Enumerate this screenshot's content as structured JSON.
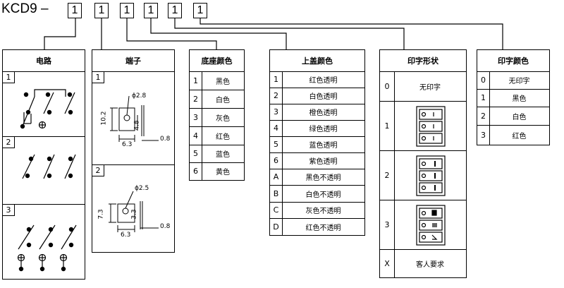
{
  "code": {
    "prefix": "KCD9 –",
    "digits": [
      "1",
      "1",
      "1",
      "1",
      "1",
      "1"
    ]
  },
  "circuit": {
    "title": "电路",
    "items": [
      "1",
      "2",
      "3"
    ]
  },
  "terminal": {
    "title": "端子",
    "items": [
      {
        "index": "1",
        "dims": {
          "d": "ϕ2.8",
          "h": "10.2",
          "v": "4.8",
          "w": "6.3",
          "t": "0.8"
        }
      },
      {
        "index": "2",
        "dims": {
          "d": "ϕ2.5",
          "h": "7.3",
          "v": "3.3",
          "w": "6.3",
          "t": "0.8"
        }
      }
    ]
  },
  "base_color": {
    "title": "底座颜色",
    "rows": [
      {
        "index": "1",
        "label": "黑色"
      },
      {
        "index": "2",
        "label": "白色"
      },
      {
        "index": "3",
        "label": "灰色"
      },
      {
        "index": "4",
        "label": "红色"
      },
      {
        "index": "5",
        "label": "蓝色"
      },
      {
        "index": "6",
        "label": "黄色"
      }
    ]
  },
  "cover_color": {
    "title": "上盖颜色",
    "rows": [
      {
        "index": "1",
        "label": "红色透明"
      },
      {
        "index": "2",
        "label": "白色透明"
      },
      {
        "index": "3",
        "label": "橙色透明"
      },
      {
        "index": "4",
        "label": "绿色透明"
      },
      {
        "index": "5",
        "label": "蓝色透明"
      },
      {
        "index": "6",
        "label": "紫色透明"
      },
      {
        "index": "A",
        "label": "黑色不透明"
      },
      {
        "index": "B",
        "label": "白色不透明"
      },
      {
        "index": "C",
        "label": "灰色不透明"
      },
      {
        "index": "D",
        "label": "红色不透明"
      }
    ]
  },
  "print_shape": {
    "title": "印字形状",
    "rows": [
      {
        "index": "0",
        "label": "无印字"
      },
      {
        "index": "1",
        "label": ""
      },
      {
        "index": "2",
        "label": ""
      },
      {
        "index": "3",
        "label": ""
      },
      {
        "index": "X",
        "label": "客人要求"
      }
    ]
  },
  "print_color": {
    "title": "印字颜色",
    "rows": [
      {
        "index": "0",
        "label": "无印字"
      },
      {
        "index": "1",
        "label": "黑色"
      },
      {
        "index": "2",
        "label": "白色"
      },
      {
        "index": "3",
        "label": "红色"
      }
    ]
  }
}
